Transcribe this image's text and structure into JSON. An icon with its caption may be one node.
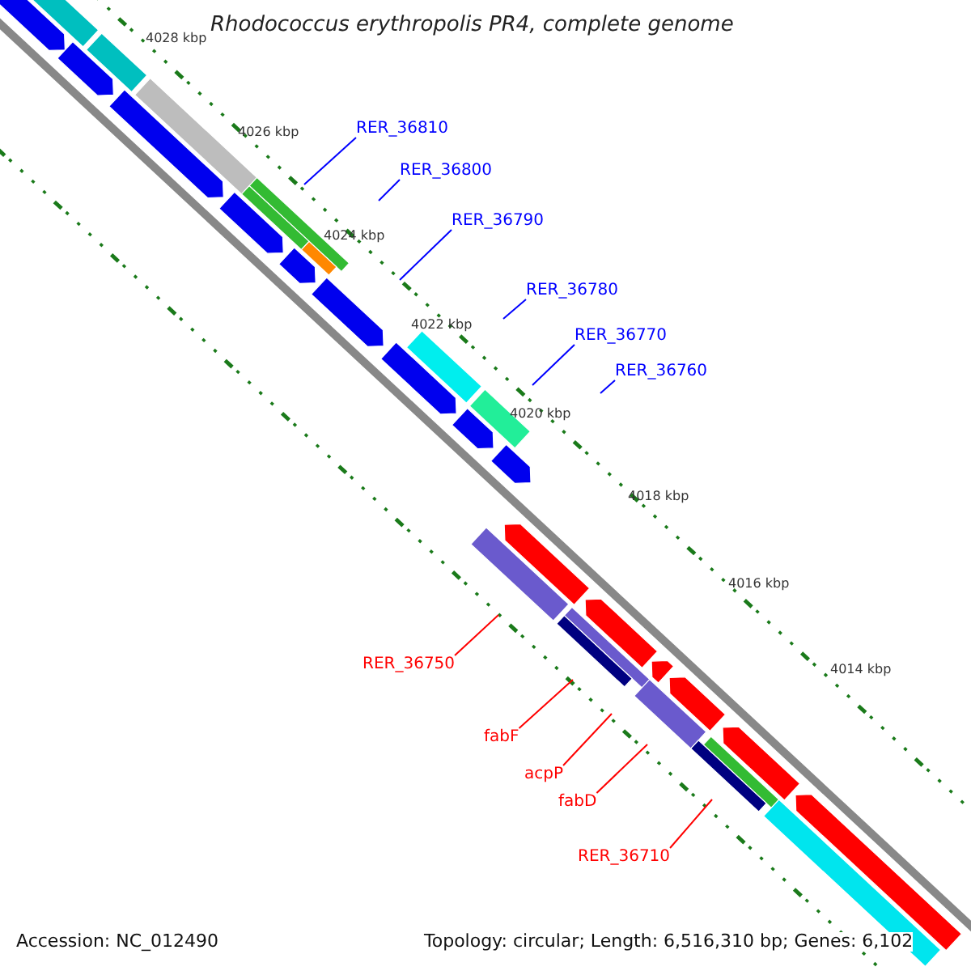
{
  "diagram": {
    "title": "Rhodococcus erythropolis PR4, complete genome",
    "nodes": [
      {
        "text": [
          "RER_36810"
        ]
      },
      {
        "text": [
          "RER_36800"
        ]
      },
      {
        "text": [
          "RER_36790"
        ]
      },
      {
        "text": [
          "RER_36780"
        ]
      },
      {
        "text": [
          "RER_36770"
        ]
      },
      {
        "text": [
          "RER_36760"
        ]
      },
      {
        "text": [
          "RER_36750"
        ]
      },
      {
        "text": [
          "fabF"
        ]
      },
      {
        "text": [
          "acpP"
        ]
      },
      {
        "text": [
          "fabD"
        ]
      },
      {
        "text": [
          "RER_36710"
        ]
      }
    ],
    "edges": [
      {
        "from": 0,
        "to": null,
        "arrow": "none",
        "color": "#0000ff"
      },
      {
        "from": 1,
        "to": null,
        "arrow": "none",
        "color": "#0000ff"
      },
      {
        "from": 2,
        "to": null,
        "arrow": "none",
        "color": "#0000ff"
      },
      {
        "from": 3,
        "to": null,
        "arrow": "none",
        "color": "#0000ff"
      },
      {
        "from": 4,
        "to": null,
        "arrow": "none",
        "color": "#0000ff"
      },
      {
        "from": 5,
        "to": null,
        "arrow": "none",
        "color": "#0000ff"
      },
      {
        "from": 6,
        "to": null,
        "arrow": "none",
        "color": "#ff0000"
      },
      {
        "from": 7,
        "to": null,
        "arrow": "none",
        "color": "#ff0000"
      },
      {
        "from": 8,
        "to": null,
        "arrow": "none",
        "color": "#ff0000"
      },
      {
        "from": 9,
        "to": null,
        "arrow": "none",
        "color": "#ff0000"
      },
      {
        "from": 10,
        "to": null,
        "arrow": "none",
        "color": "#ff0000"
      }
    ],
    "labels": [
      "4028 kbp",
      "4026 kbp",
      "4024 kbp",
      "4022 kbp",
      "4020 kbp",
      "4018 kbp",
      "4016 kbp",
      "4014 kbp",
      "Accession: NC_012490",
      "Topology: circular; Length: 6,516,310 bp; Genes: 6,102"
    ]
  }
}
